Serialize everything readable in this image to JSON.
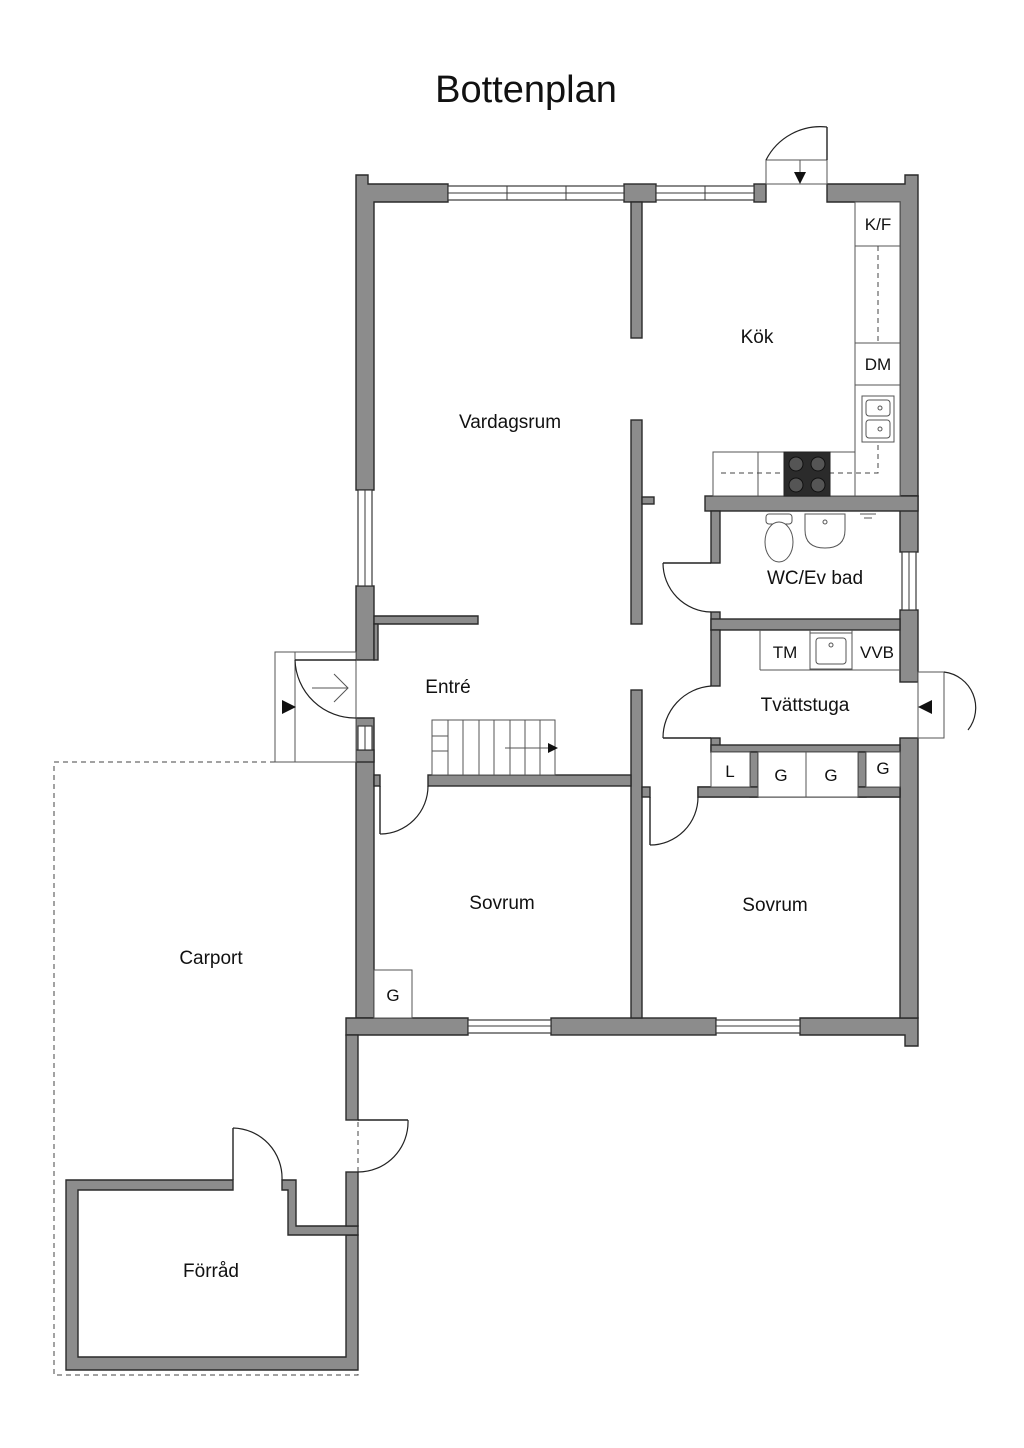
{
  "title": "Bottenplan",
  "rooms": {
    "vardagsrum": "Vardagsrum",
    "kok": "Kök",
    "wc": "WC/Ev bad",
    "tvattstuga": "Tvättstuga",
    "entre": "Entré",
    "sovrum_1": "Sovrum",
    "sovrum_2": "Sovrum",
    "carport": "Carport",
    "forrad": "Förråd"
  },
  "fixtures": {
    "kf": "K/F",
    "dm": "DM",
    "tm": "TM",
    "vvb": "VVB",
    "l": "L",
    "g1": "G",
    "g2": "G",
    "g3": "G",
    "g4": "G"
  },
  "colors": {
    "wall": "#8c8c8c",
    "outline": "#2a2a2a"
  }
}
